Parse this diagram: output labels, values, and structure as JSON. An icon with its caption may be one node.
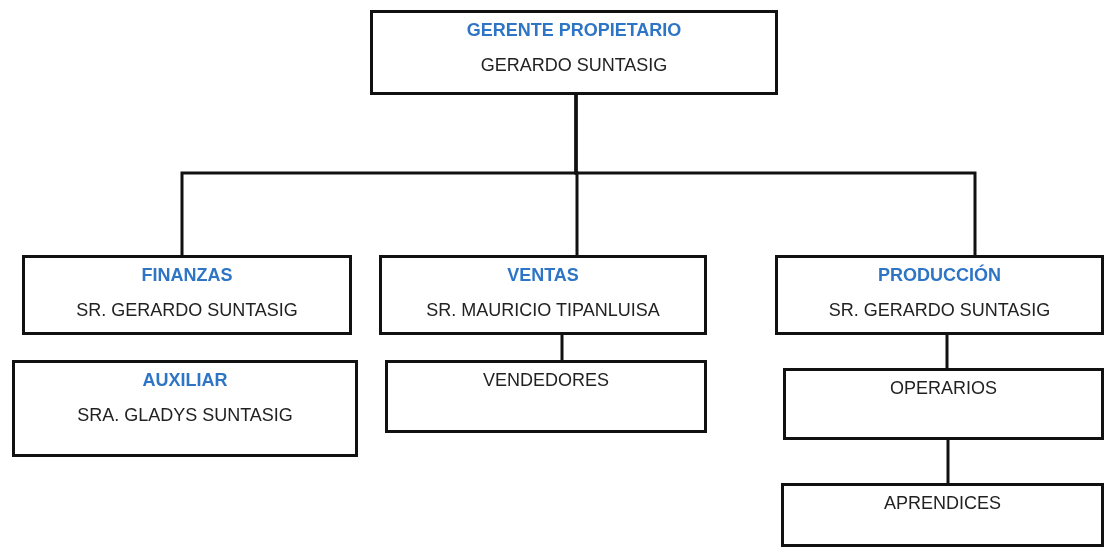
{
  "diagram": {
    "nodes": [
      {
        "text": [
          "GERENTE PROPIETARIO",
          "GERARDO SUNTASIG"
        ]
      },
      {
        "text": [
          "FINANZAS",
          "SR. GERARDO SUNTASIG"
        ]
      },
      {
        "text": [
          "VENTAS",
          "SR. MAURICIO TIPANLUISA"
        ]
      },
      {
        "text": [
          "PRODUCCIÓN",
          "SR. GERARDO SUNTASIG"
        ]
      },
      {
        "text": [
          "AUXILIAR",
          "SRA. GLADYS SUNTASIG"
        ]
      },
      {
        "text": [
          "VENDEDORES"
        ]
      },
      {
        "text": [
          "OPERARIOS"
        ]
      },
      {
        "text": [
          "APRENDICES"
        ]
      }
    ],
    "edges": [
      {
        "from": 0,
        "to": 1,
        "arrow": "none"
      },
      {
        "from": 0,
        "to": 2,
        "arrow": "none"
      },
      {
        "from": 0,
        "to": 3,
        "arrow": "none"
      },
      {
        "from": 2,
        "to": 5,
        "arrow": "none"
      },
      {
        "from": 3,
        "to": 6,
        "arrow": "none"
      },
      {
        "from": 6,
        "to": 7,
        "arrow": "none"
      }
    ]
  }
}
